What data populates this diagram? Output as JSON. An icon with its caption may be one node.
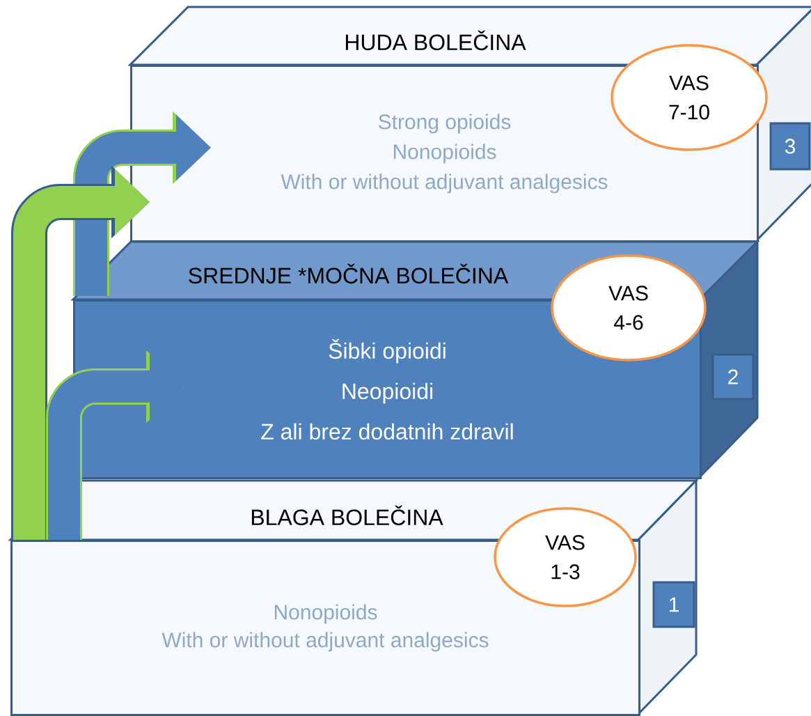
{
  "diagram": {
    "nodes": [
      {
        "text": [
          "HUDA BOLEČINA",
          "Strong opioids",
          "Nonopioids",
          "With or without adjuvant analgesics"
        ]
      },
      {
        "text": [
          "VAS 7-10"
        ]
      },
      {
        "text": [
          "3"
        ]
      },
      {
        "text": [
          "SREDNJE *MOČNA BOLEČINA",
          "Šibki opioidi",
          "Neopioidi",
          "Z ali brez dodatnih zdravil"
        ]
      },
      {
        "text": [
          "VAS 4-6"
        ]
      },
      {
        "text": [
          "2"
        ]
      },
      {
        "text": [
          "BLAGA BOLEČINA",
          "Nonopioids",
          "With or without adjuvant analgesics"
        ]
      },
      {
        "text": [
          "VAS 1-3"
        ]
      },
      {
        "text": [
          "1"
        ]
      }
    ],
    "edges": [
      {
        "from": 6,
        "to": 3,
        "arrow": "to"
      },
      {
        "from": 6,
        "to": 0,
        "arrow": "to",
        "color": "#92d050"
      },
      {
        "from": 3,
        "to": 0,
        "arrow": "to"
      }
    ]
  }
}
